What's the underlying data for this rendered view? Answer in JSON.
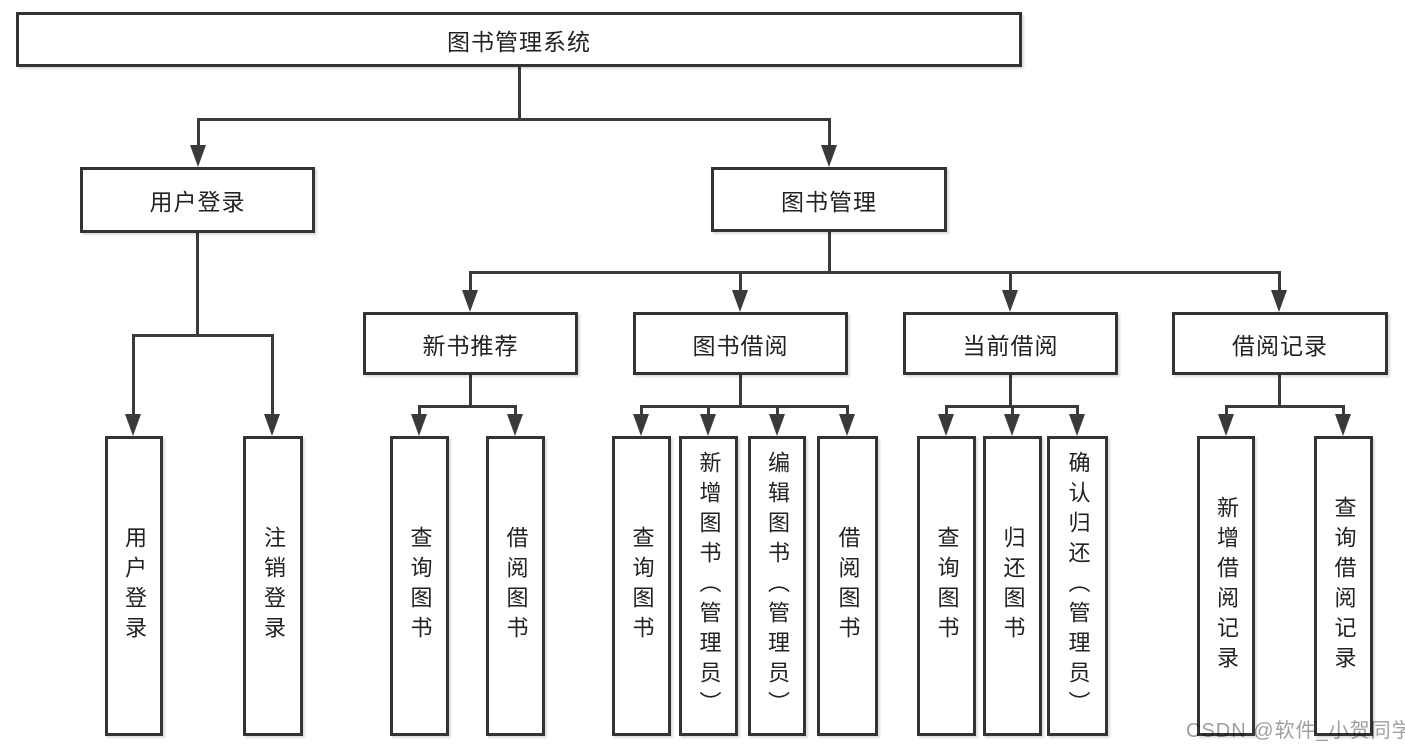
{
  "root": {
    "label": "图书管理系统"
  },
  "level2": [
    {
      "label": "用户登录"
    },
    {
      "label": "图书管理"
    }
  ],
  "level3": [
    {
      "label": "新书推荐"
    },
    {
      "label": "图书借阅"
    },
    {
      "label": "当前借阅"
    },
    {
      "label": "借阅记录"
    }
  ],
  "leaves": [
    {
      "label": "用户登录"
    },
    {
      "label": "注销登录"
    },
    {
      "label": "查询图书"
    },
    {
      "label": "借阅图书"
    },
    {
      "label": "查询图书"
    },
    {
      "label": "新增图书（管理员）"
    },
    {
      "label": "编辑图书（管理员）"
    },
    {
      "label": "借阅图书"
    },
    {
      "label": "查询图书"
    },
    {
      "label": "归还图书"
    },
    {
      "label": "确认归还（管理员）"
    },
    {
      "label": "新增借阅记录"
    },
    {
      "label": "查询借阅记录"
    }
  ],
  "watermark": {
    "text": "CSDN @软件_小贺同学"
  },
  "colors": {
    "line": "#3a3a3a",
    "border": "#333333",
    "background": "#ffffff",
    "watermark": "rgba(0,0,0,0.38)"
  }
}
